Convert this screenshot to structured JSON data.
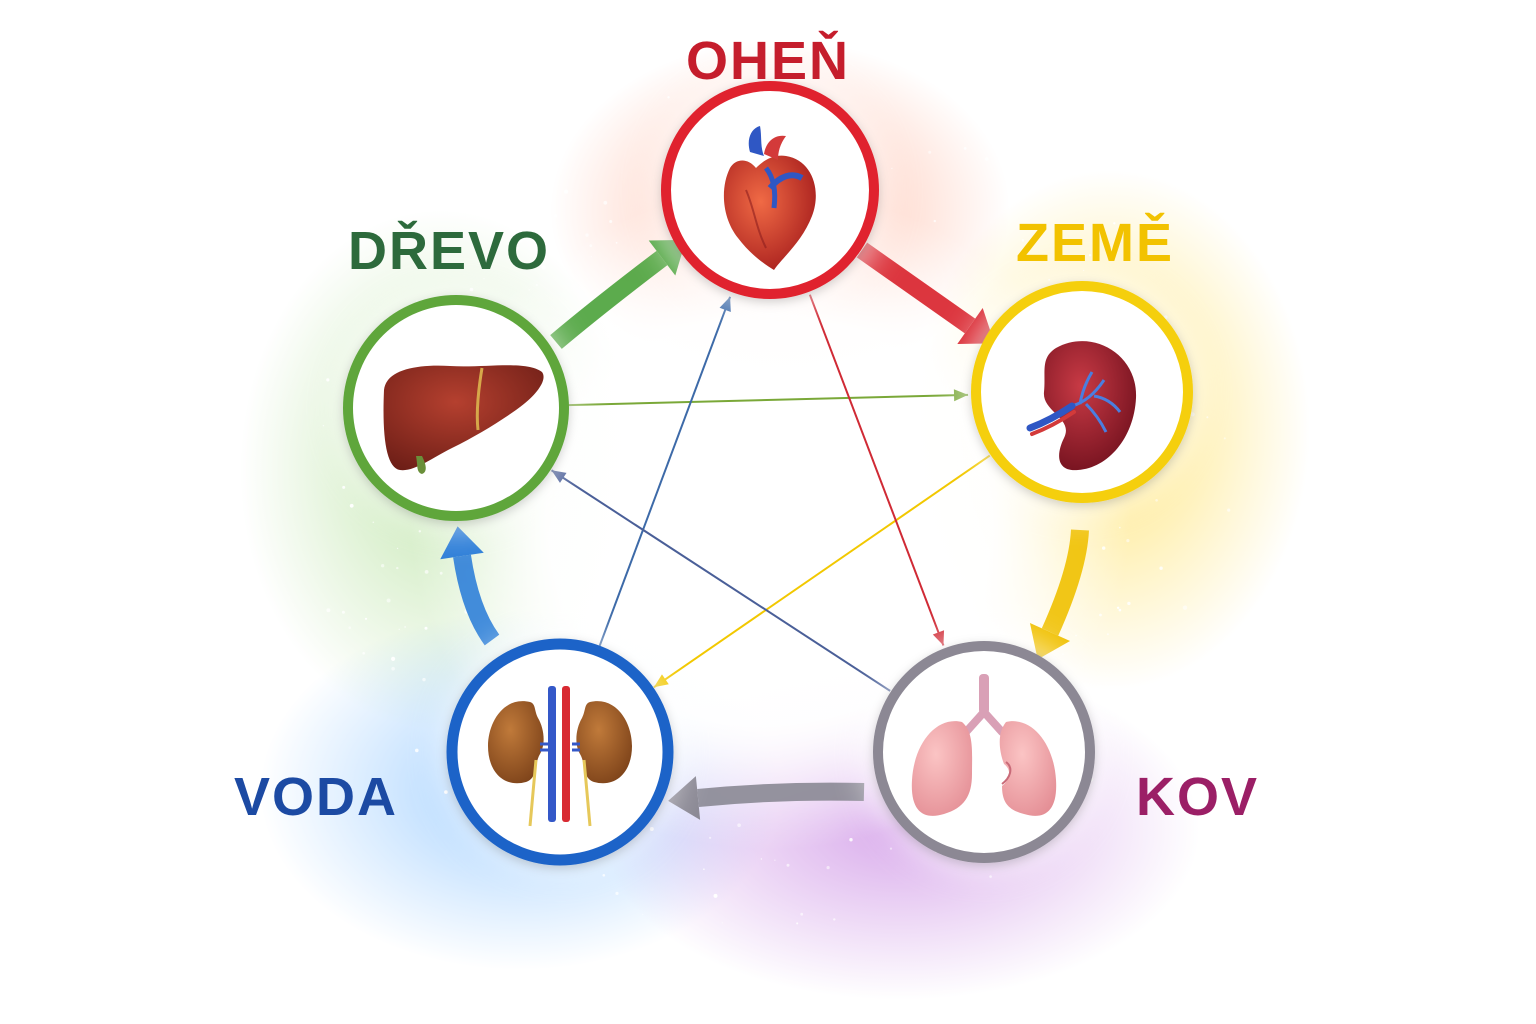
{
  "elements": [
    {
      "id": "ohen",
      "label": "OHEŇ",
      "organ": "heart-icon",
      "color": "#e0232e",
      "text_color": "#c51d2c"
    },
    {
      "id": "zeme",
      "label": "ZEMĚ",
      "organ": "spleen-icon",
      "color": "#f5cf0a",
      "text_color": "#f2c200"
    },
    {
      "id": "kov",
      "label": "KOV",
      "organ": "lungs-icon",
      "color": "#8c8894",
      "text_color": "#9b1f66"
    },
    {
      "id": "voda",
      "label": "VODA",
      "organ": "kidneys-icon",
      "color": "#1f64c8",
      "text_color": "#1c4aa3"
    },
    {
      "id": "drevo",
      "label": "DŘEVO",
      "organ": "liver-icon",
      "color": "#5ea63a",
      "text_color": "#2d6a3c"
    }
  ],
  "generating_cycle": [
    {
      "from": "drevo",
      "to": "ohen",
      "color": "#4aa23a"
    },
    {
      "from": "ohen",
      "to": "zeme",
      "color": "#d8202a"
    },
    {
      "from": "zeme",
      "to": "kov",
      "color": "#f0c000"
    },
    {
      "from": "kov",
      "to": "voda",
      "color": "#8a8894"
    },
    {
      "from": "voda",
      "to": "drevo",
      "color": "#2f7fd8"
    }
  ],
  "controlling_cycle": [
    {
      "from": "drevo",
      "to": "zeme",
      "color": "#7aa838"
    },
    {
      "from": "zeme",
      "to": "voda",
      "color": "#f2c800"
    },
    {
      "from": "voda",
      "to": "ohen",
      "color": "#3d6aa8"
    },
    {
      "from": "ohen",
      "to": "kov",
      "color": "#d02a35"
    },
    {
      "from": "kov",
      "to": "drevo",
      "color": "#4a5f98"
    }
  ]
}
